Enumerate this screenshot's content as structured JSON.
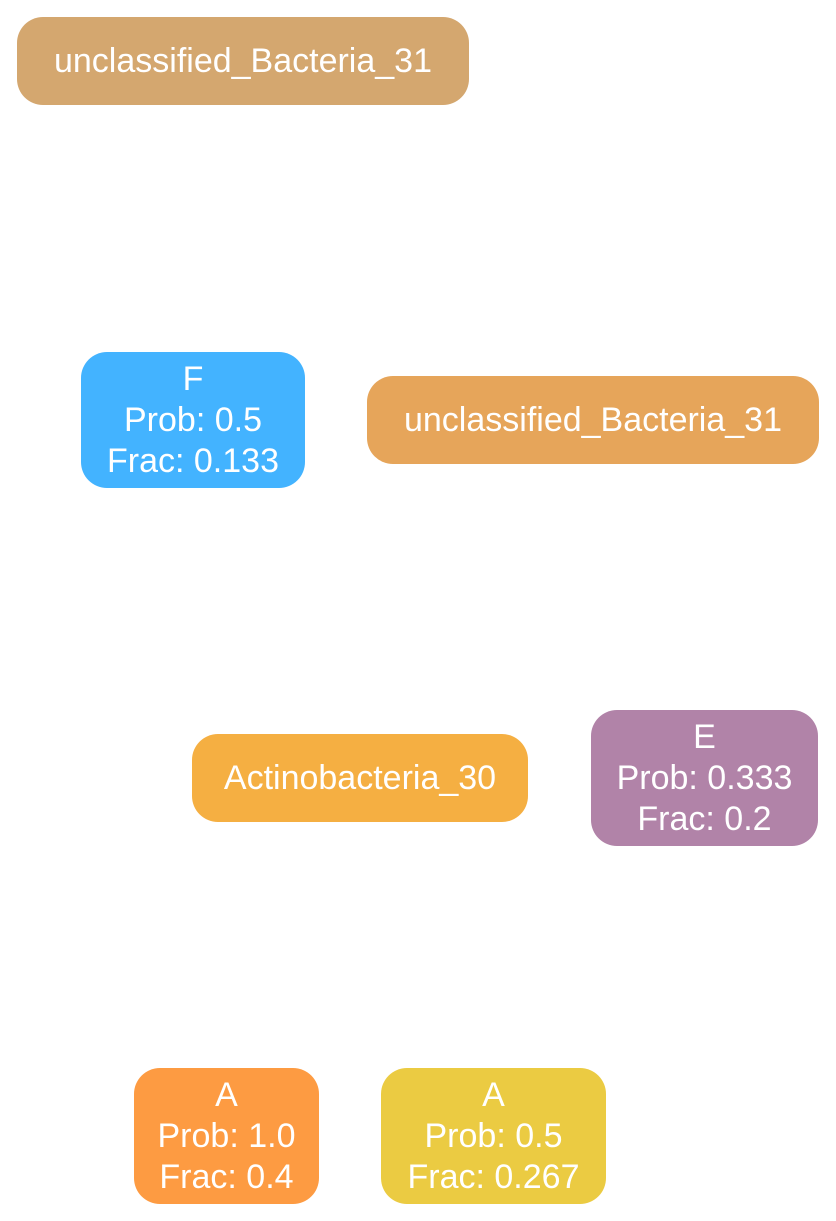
{
  "nodes": {
    "bacteria_top": {
      "label": "unclassified_Bacteria_31",
      "color": "#D4A76F"
    },
    "leaf_f": {
      "name": "F",
      "prob": "Prob: 0.5",
      "frac": "Frac: 0.133",
      "color": "#43B3FF"
    },
    "bacteria_mid": {
      "label": "unclassified_Bacteria_31",
      "color": "#E6A55A"
    },
    "actinobacteria": {
      "label": "Actinobacteria_30",
      "color": "#F5AF42"
    },
    "leaf_e": {
      "name": "E",
      "prob": "Prob: 0.333",
      "frac": "Frac: 0.2",
      "color": "#B183A8"
    },
    "leaf_a1": {
      "name": "A",
      "prob": "Prob: 1.0",
      "frac": "Frac: 0.4",
      "color": "#FD9B42"
    },
    "leaf_a2": {
      "name": "A",
      "prob": "Prob: 0.5",
      "frac": "Frac: 0.267",
      "color": "#EBCB42"
    }
  }
}
